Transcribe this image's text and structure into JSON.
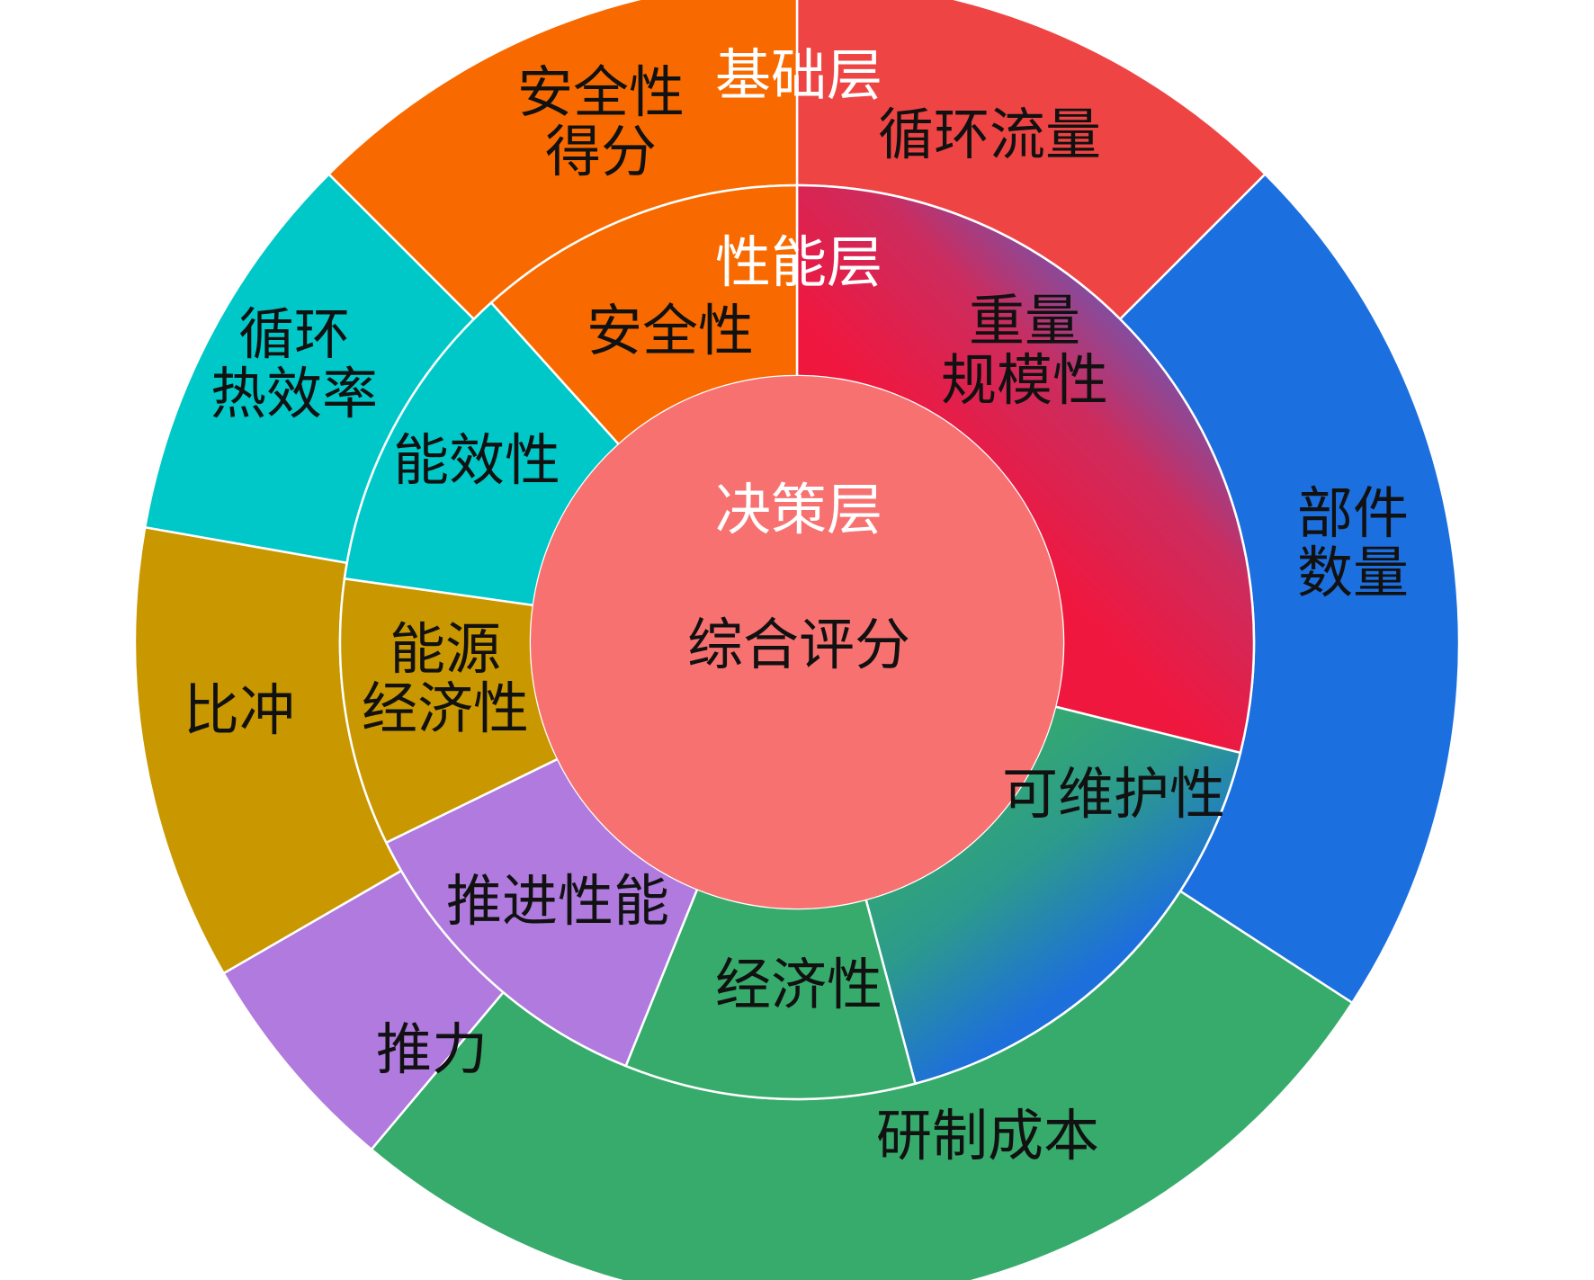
{
  "layers": {
    "decision": "决策层",
    "performance": "性能层",
    "base": "基础层"
  },
  "center": {
    "label": "综合评分",
    "color": "#f87171"
  },
  "inner_ring": [
    {
      "id": "weight",
      "lines": [
        "重量",
        "规模性"
      ],
      "colors": [
        "#f0173e",
        "#3a6de0"
      ]
    },
    {
      "id": "maint",
      "lines": [
        "可维护性"
      ],
      "colors": [
        "#36ab6b",
        "#1d6fdc"
      ]
    },
    {
      "id": "econ",
      "lines": [
        "经济性"
      ],
      "colors": [
        "#36ab6b"
      ]
    },
    {
      "id": "prop",
      "lines": [
        "推进性能"
      ],
      "colors": [
        "#b07ade"
      ]
    },
    {
      "id": "energy-econ",
      "lines": [
        "能源",
        "经济性"
      ],
      "colors": [
        "#c99700"
      ]
    },
    {
      "id": "energy-eff",
      "lines": [
        "能效性"
      ],
      "colors": [
        "#00c8c8"
      ]
    },
    {
      "id": "safety",
      "lines": [
        "安全性"
      ],
      "colors": [
        "#f86a00"
      ]
    }
  ],
  "outer_ring": [
    {
      "id": "flow",
      "lines": [
        "循环流量"
      ],
      "color": "#ef4444"
    },
    {
      "id": "parts",
      "lines": [
        "部件",
        "数量"
      ],
      "color": "#1c6fdf"
    },
    {
      "id": "cost",
      "lines": [
        "研制成本"
      ],
      "color": "#36ab6b"
    },
    {
      "id": "thrust",
      "lines": [
        "推力"
      ],
      "color": "#b07ade"
    },
    {
      "id": "sfc",
      "lines": [
        "比冲"
      ],
      "color": "#c99700"
    },
    {
      "id": "thermal",
      "lines": [
        "循环",
        "热效率"
      ],
      "color": "#00c8c8"
    },
    {
      "id": "safety-score",
      "lines": [
        "安全性",
        "得分"
      ],
      "color": "#f86a00"
    }
  ]
}
